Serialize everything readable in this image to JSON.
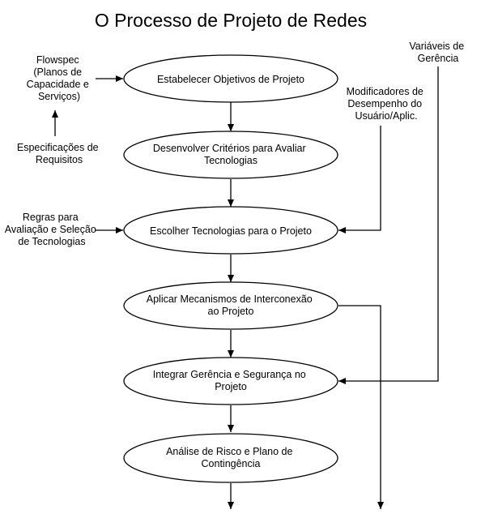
{
  "title": "O Processo de Projeto de Redes",
  "nodes": [
    {
      "id": "n1",
      "lines": [
        "Estabelecer Objetivos de Projeto"
      ]
    },
    {
      "id": "n2",
      "lines": [
        "Desenvolver Critérios para Avaliar",
        "Tecnologias"
      ]
    },
    {
      "id": "n3",
      "lines": [
        "Escolher Tecnologias para o Projeto"
      ]
    },
    {
      "id": "n4",
      "lines": [
        "Aplicar Mecanismos de Interconexão",
        "ao Projeto"
      ]
    },
    {
      "id": "n5",
      "lines": [
        "Integrar Gerência e Segurança no",
        "Projeto"
      ]
    },
    {
      "id": "n6",
      "lines": [
        "Análise de Risco e Plano de",
        "Contingência"
      ]
    }
  ],
  "side_labels": {
    "flowspec": [
      "Flowspec",
      "(Planos de",
      "Capacidade e",
      "Serviços)"
    ],
    "especificacoes": [
      "Especificações de",
      "Requisitos"
    ],
    "regras": [
      "Regras para",
      "Avaliação e Seleção",
      "de Tecnologias"
    ],
    "modificadores": [
      "Modificadores de",
      "Desempenho do",
      "Usuário/Aplic."
    ],
    "variaveis": [
      "Variáveis de",
      "Gerência"
    ]
  }
}
